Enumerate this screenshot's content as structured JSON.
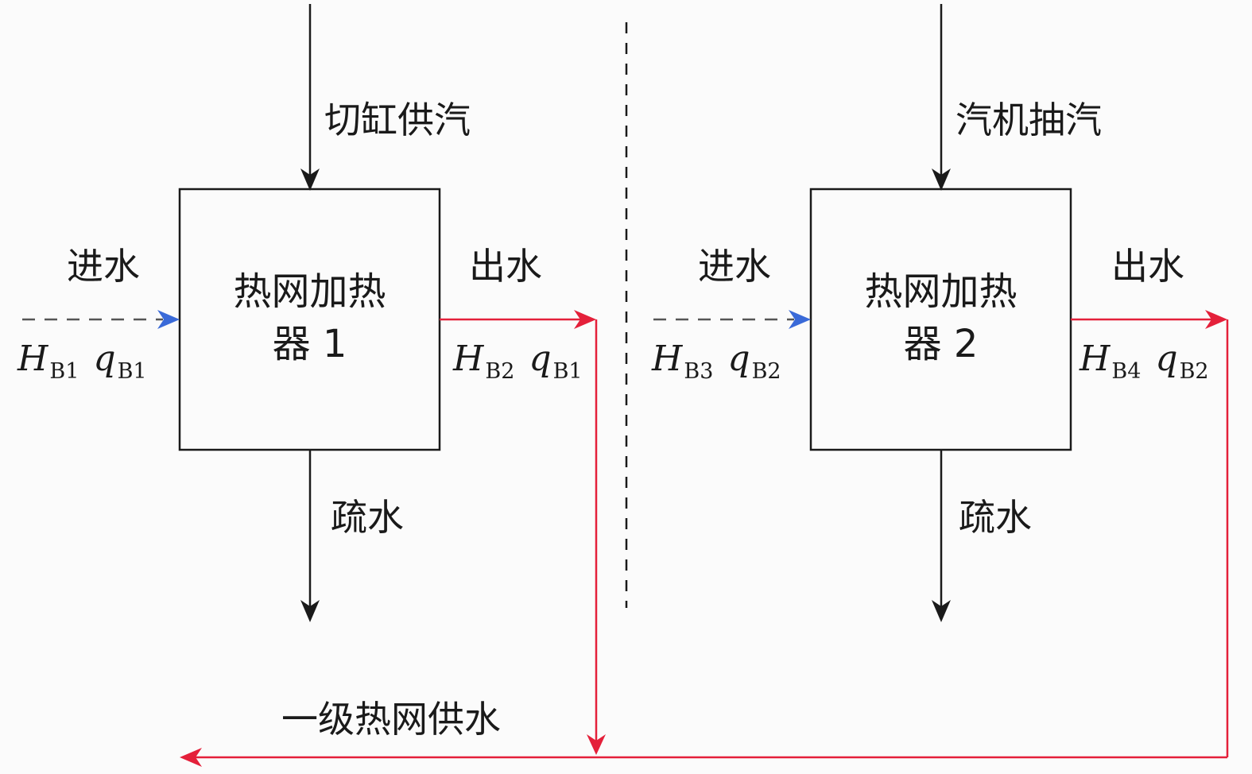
{
  "colors": {
    "line": "#1a1a1a",
    "supply": "#e4203a",
    "inflow_arrow": "#3a6ad8",
    "dashed": "#555555"
  },
  "heater1": {
    "steam_label": "切缸供汽",
    "box_line1": "热网加热",
    "box_line2": "器 1",
    "in_label": "进水",
    "out_label": "出水",
    "drain_label": "疏水",
    "in_var": "H",
    "in_sub": "B1",
    "in_flow": "q",
    "in_flow_sub": "B1",
    "out_var": "H",
    "out_sub": "B2",
    "out_flow": "q",
    "out_flow_sub": "B1"
  },
  "heater2": {
    "steam_label": "汽机抽汽",
    "box_line1": "热网加热",
    "box_line2": "器 2",
    "in_label": "进水",
    "out_label": "出水",
    "drain_label": "疏水",
    "in_var": "H",
    "in_sub": "B3",
    "in_flow": "q",
    "in_flow_sub": "B2",
    "out_var": "H",
    "out_sub": "B4",
    "out_flow": "q",
    "out_flow_sub": "B2"
  },
  "supply_label": "一级热网供水"
}
